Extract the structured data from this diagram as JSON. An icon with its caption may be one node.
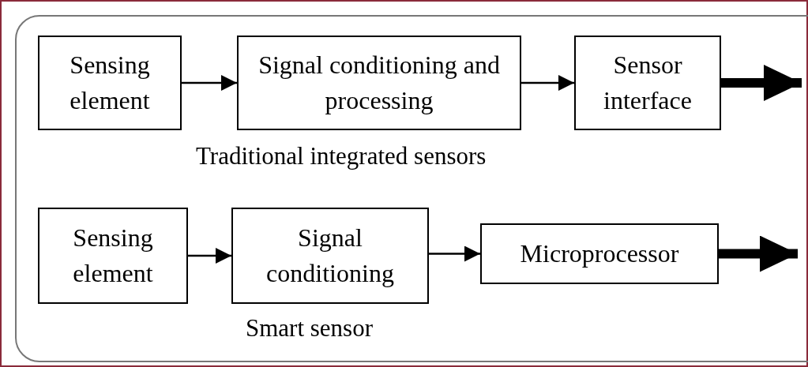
{
  "diagram": {
    "nodes": [
      {
        "text": [
          "Sensing element"
        ]
      },
      {
        "text": [
          "Signal conditioning and processing"
        ]
      },
      {
        "text": [
          "Sensor interface"
        ]
      },
      {
        "text": [
          "Sensing element"
        ]
      },
      {
        "text": [
          "Signal conditioning"
        ]
      },
      {
        "text": [
          "Microprocessor"
        ]
      }
    ],
    "edges": [
      {
        "from": 0,
        "to": 1,
        "arrow": "to"
      },
      {
        "from": 1,
        "to": 2,
        "arrow": "to"
      },
      {
        "from": 2,
        "to": null,
        "arrow": "to",
        "style": "thick"
      },
      {
        "from": 3,
        "to": 4,
        "arrow": "to"
      },
      {
        "from": 4,
        "to": 5,
        "arrow": "to"
      },
      {
        "from": 5,
        "to": null,
        "arrow": "to",
        "style": "thick"
      }
    ],
    "labels": [
      "Traditional integrated sensors",
      "Smart sensor"
    ]
  }
}
